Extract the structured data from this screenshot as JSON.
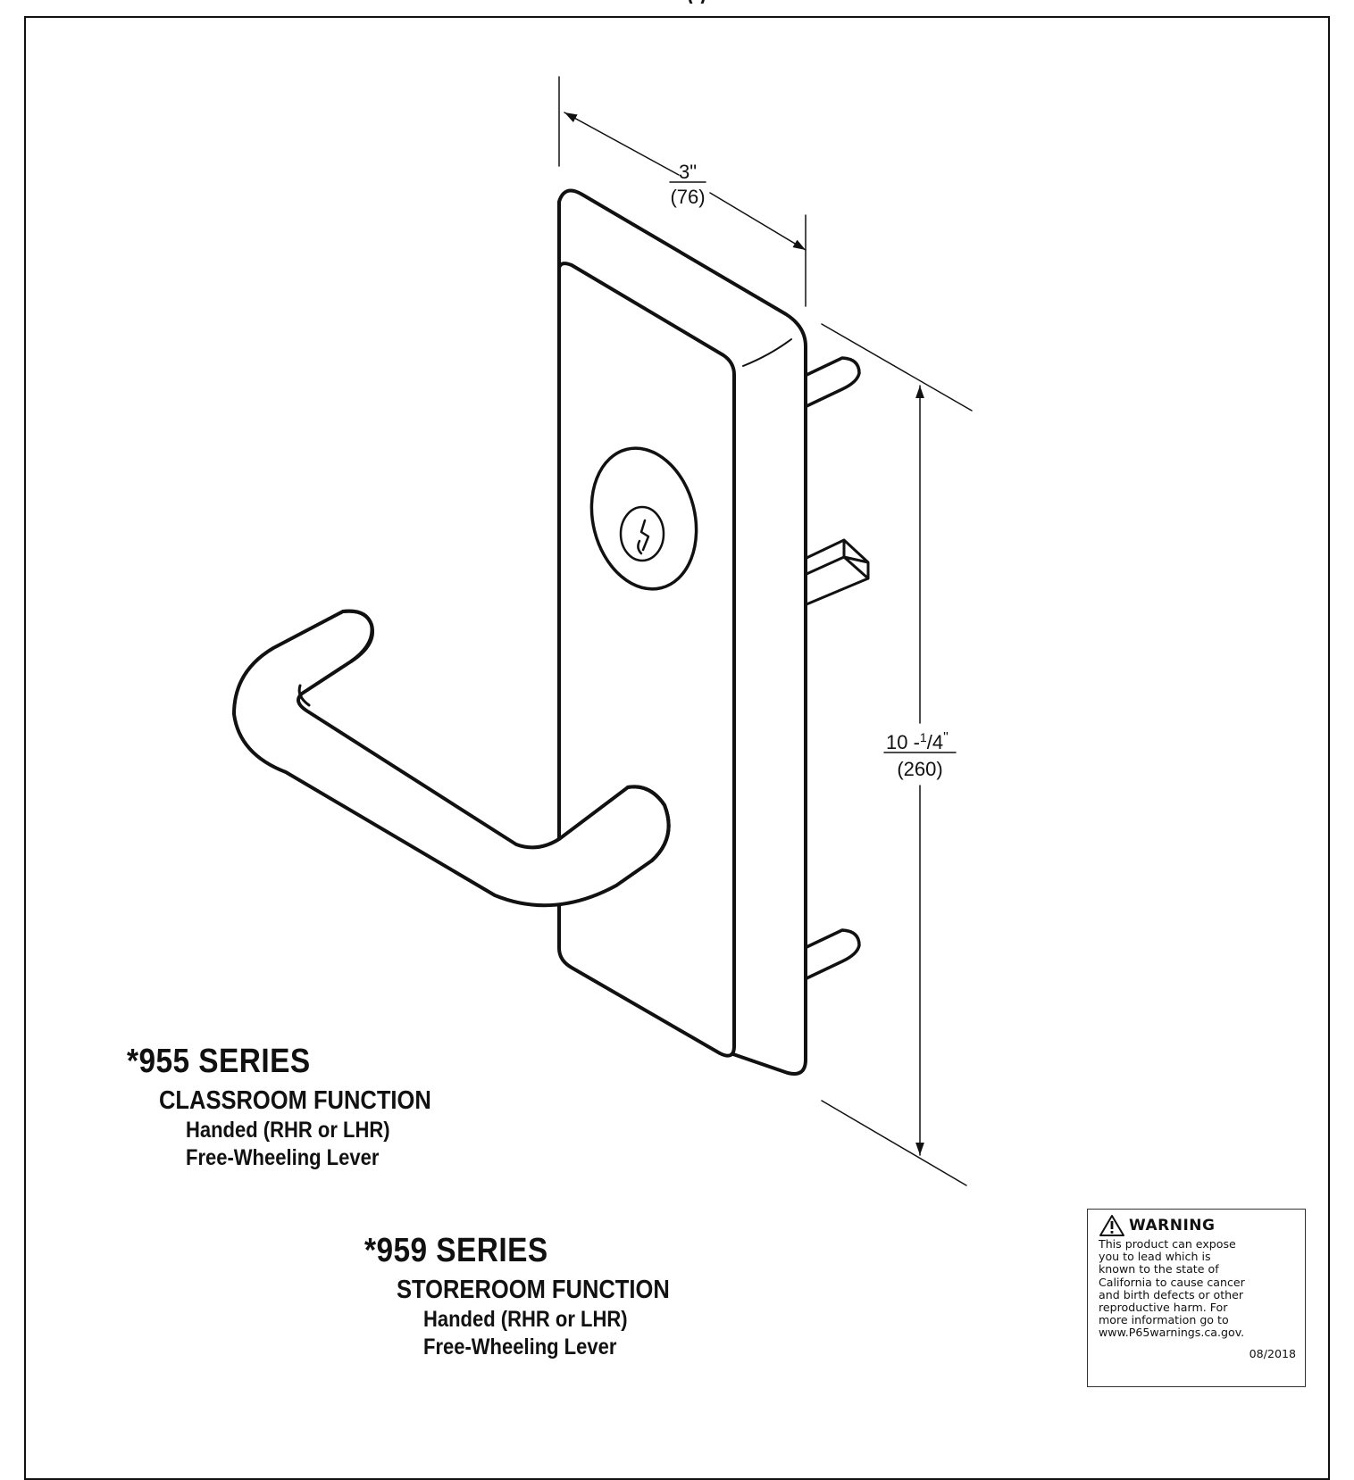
{
  "header": {
    "partial_text": "(                                        )"
  },
  "dimensions": {
    "width": {
      "imperial": "3\"",
      "metric": "(76)"
    },
    "height": {
      "imperial_whole": "10 -",
      "imperial_fraction_num": "1",
      "imperial_fraction_den": "4",
      "imperial_inch_mark": "\"",
      "metric": "(260)"
    }
  },
  "series": [
    {
      "title": "*955 SERIES",
      "function": "CLASSROOM FUNCTION",
      "handing": "Handed (RHR or LHR)",
      "lever": "Free-Wheeling Lever"
    },
    {
      "title": "*959 SERIES",
      "function": "STOREROOM FUNCTION",
      "handing": "Handed (RHR or LHR)",
      "lever": "Free-Wheeling Lever"
    }
  ],
  "warning": {
    "title": "WARNING",
    "lines": [
      "This product can expose",
      "you to lead which is",
      "known to the state of",
      "California to cause cancer",
      "and birth defects or other",
      "reproductive harm. For",
      "more information go to",
      "www.P65warnings.ca.gov."
    ],
    "date": "08/2018"
  },
  "icons": [
    "warning-triangle-icon"
  ],
  "colors": {
    "ink": "#111111",
    "background": "#ffffff"
  }
}
